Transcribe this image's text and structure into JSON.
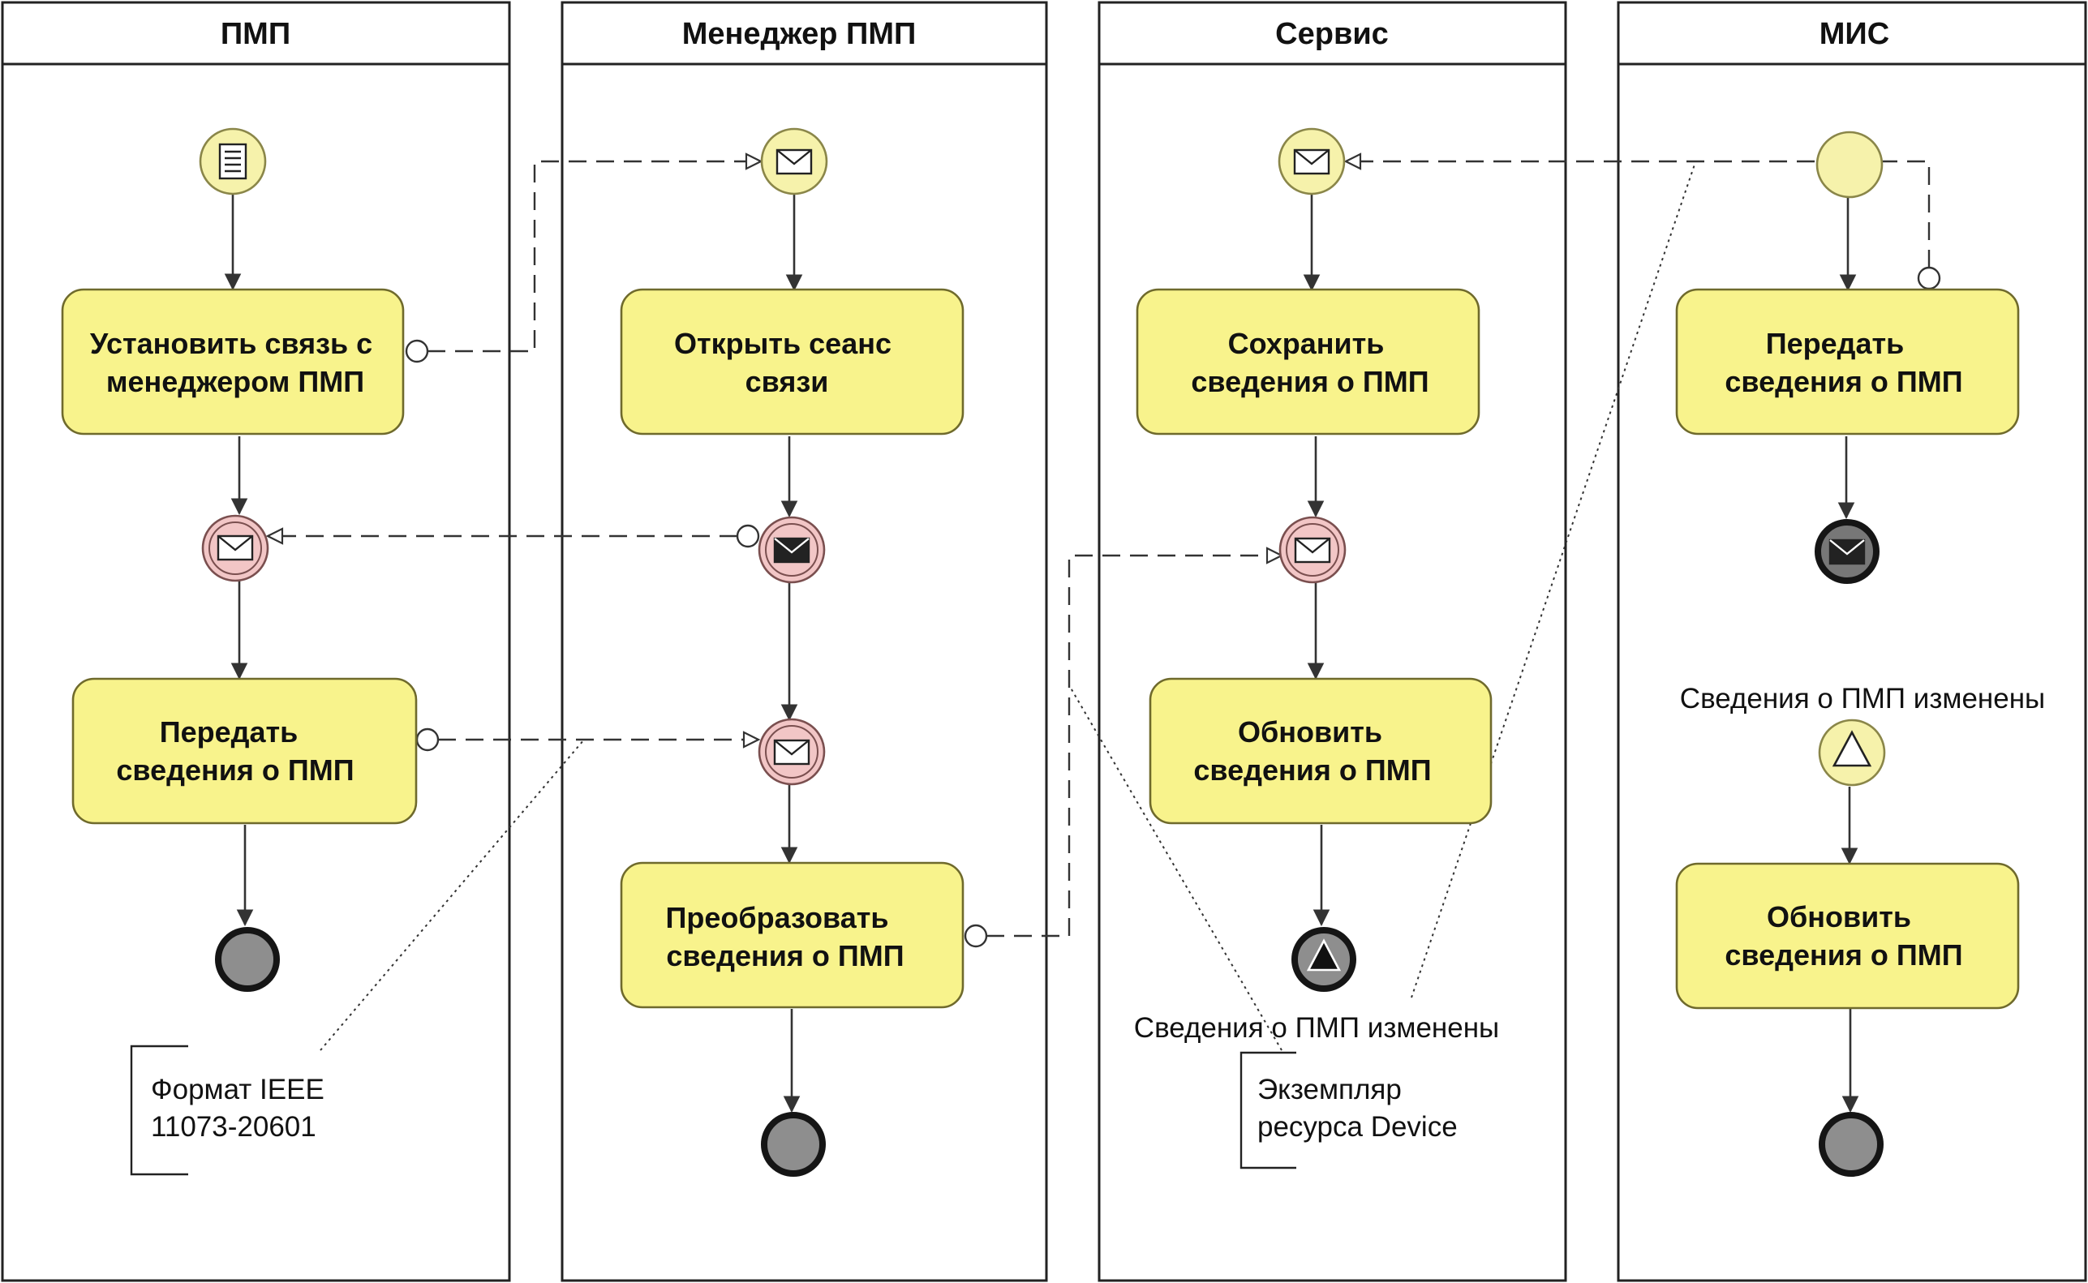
{
  "lanes": [
    {
      "title": "ПМП"
    },
    {
      "title": "Менеджер ПМП"
    },
    {
      "title": "Сервис"
    },
    {
      "title": "МИС"
    }
  ],
  "tasks": {
    "pmp_connect": [
      "Установить связь с",
      "менеджером ПМП"
    ],
    "pmp_send": [
      "Передать",
      "сведения о ПМП"
    ],
    "mgr_open": [
      "Открыть сеанс",
      "связи"
    ],
    "mgr_convert": [
      "Преобразовать",
      "сведения о ПМП"
    ],
    "svc_save": [
      "Сохранить",
      "сведения о ПМП"
    ],
    "svc_update": [
      "Обновить",
      "сведения о ПМП"
    ],
    "mis_send": [
      "Передать",
      "сведения о ПМП"
    ],
    "mis_update": [
      "Обновить",
      "сведения о ПМП"
    ]
  },
  "events": {
    "svc_signal_end_label": "Сведения о ПМП изменены",
    "mis_signal_start_label": "Сведения о ПМП изменены"
  },
  "annotations": {
    "format": [
      "Формат IEEE",
      "11073-20601"
    ],
    "device": [
      "Экземпляр",
      "ресурса Device"
    ]
  },
  "colors": {
    "task_fill": "#f8f38c",
    "start_event_fill": "#f6f2ab",
    "intermediate_event_fill": "#f2c6c6",
    "end_event_fill": "#8e8e8e"
  },
  "icons": {
    "start_pmp": "document-icon",
    "message": "envelope-icon",
    "signal": "triangle-icon"
  }
}
